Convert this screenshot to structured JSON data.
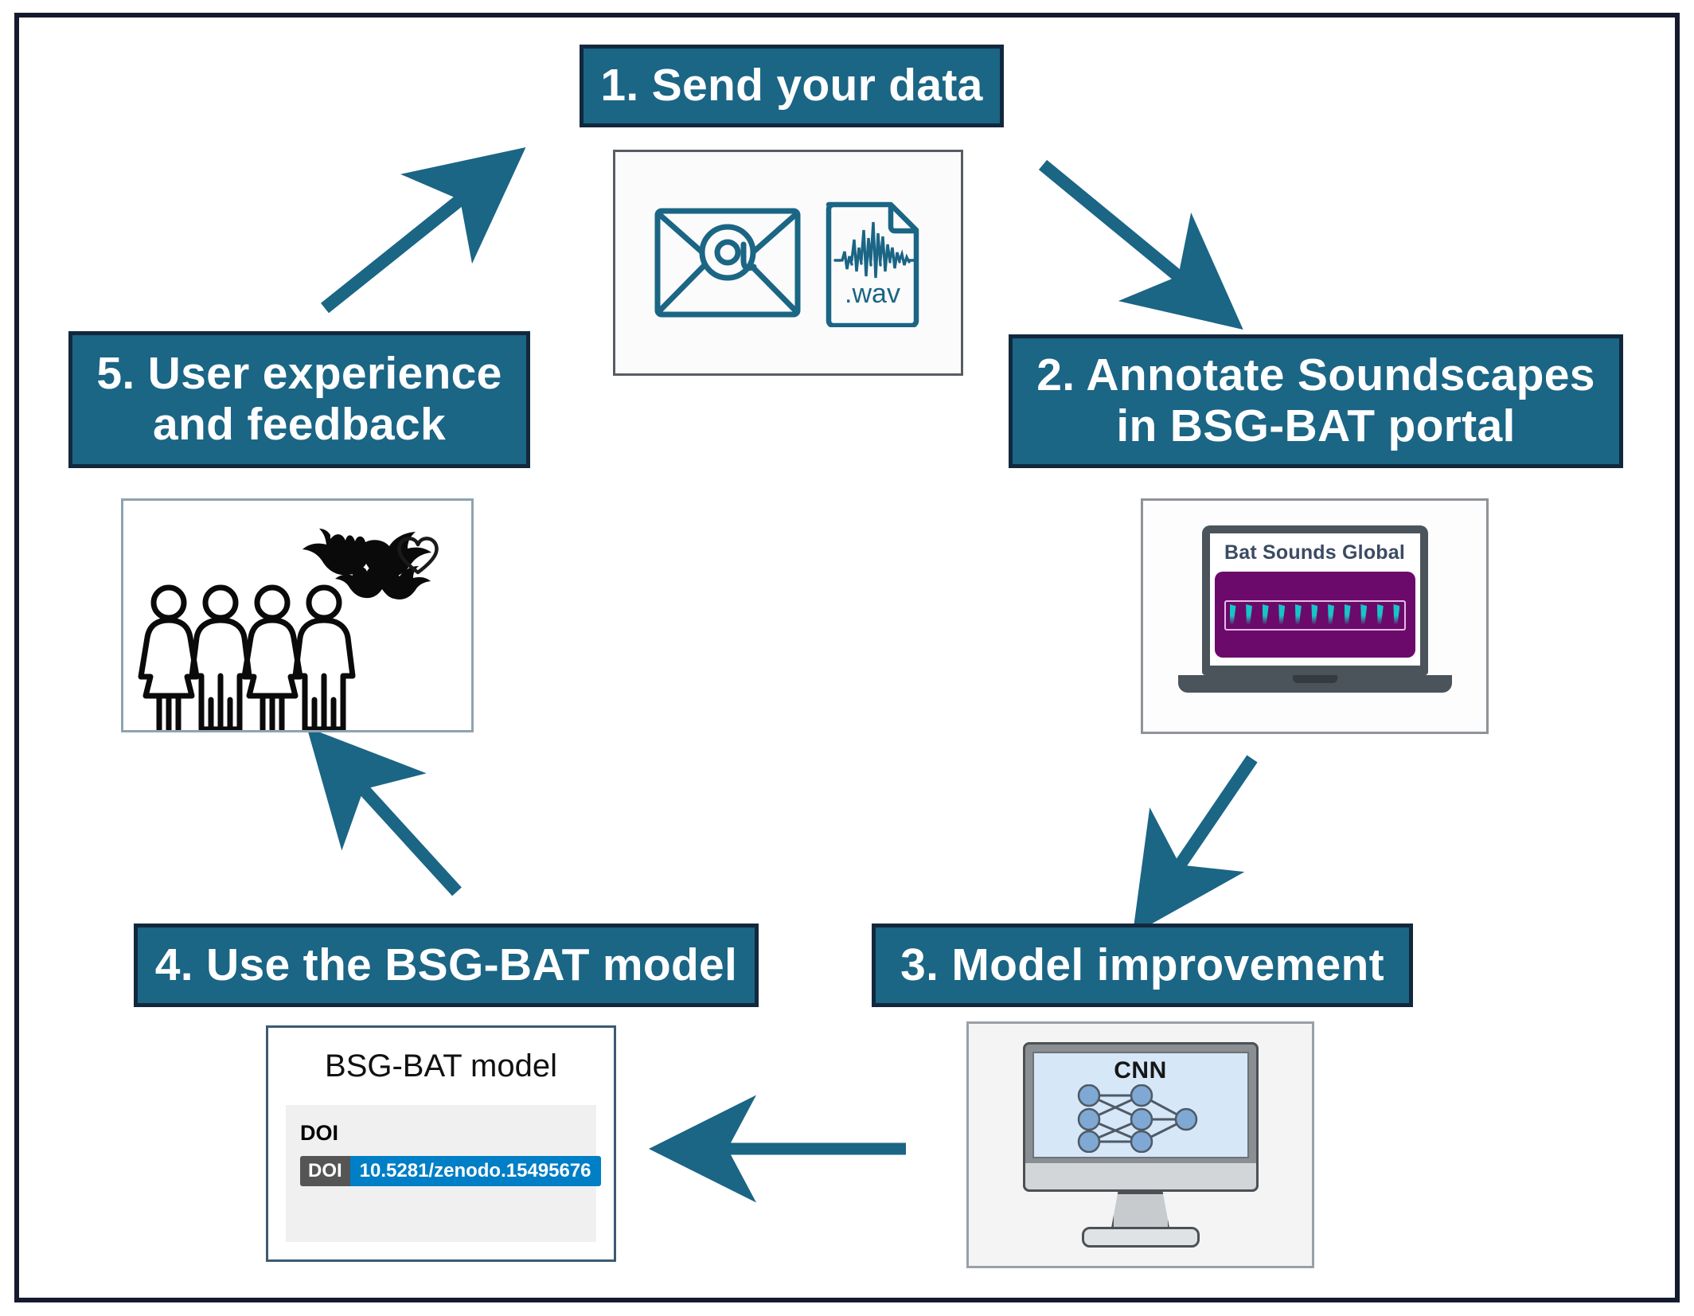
{
  "figure": {
    "title": "BSG-BAT collaborative workflow cycle",
    "accent_color": "#1b6585",
    "banner_border_color": "#12283d",
    "frame_color": "#151a2e",
    "arrow_color": "#1b6585"
  },
  "steps": [
    {
      "id": "step-1",
      "number": "1",
      "label": "1. Send your data",
      "illustration": "email-and-wav-file",
      "file_label": ".wav",
      "email_symbol": "@"
    },
    {
      "id": "step-2",
      "number": "2",
      "label": "2. Annotate Soundscapes in BSG-BAT portal",
      "label_line1": "2. Annotate Soundscapes",
      "label_line2": "in BSG-BAT portal",
      "illustration": "laptop-portal",
      "portal_title": "Bat Sounds Global",
      "spectrogram": {
        "background_color": "#6b0a6b",
        "selection_border_color": "#e7b9e7",
        "call_color": "#18c4c4",
        "call_count": 11
      }
    },
    {
      "id": "step-3",
      "number": "3",
      "label": "3. Model improvement",
      "illustration": "desktop-monitor-neural-network",
      "screen_label": "CNN",
      "network": {
        "layers": [
          3,
          3,
          1
        ],
        "node_color": "#7fa9d4",
        "screen_color": "#d6e7f7"
      }
    },
    {
      "id": "step-4",
      "number": "4",
      "label": "4. Use the BSG-BAT model",
      "illustration": "doi-record-card",
      "card": {
        "title": "BSG-BAT model",
        "doi_heading": "DOI",
        "badge_label": "DOI",
        "badge_value": "10.5281/zenodo.15495676",
        "badge_label_color": "#555555",
        "badge_value_color": "#007ec6"
      }
    },
    {
      "id": "step-5",
      "number": "5",
      "label": "5. User experience and feedback",
      "label_line1": "5. User experience",
      "label_line2": "and feedback",
      "illustration": "people-bats-heart",
      "people_count": 4,
      "bat_count": 2,
      "heart_count": 1
    }
  ],
  "arrows": [
    {
      "id": "arrow-1-2",
      "from": "step-1",
      "to": "step-2",
      "direction": "down-right"
    },
    {
      "id": "arrow-2-3",
      "from": "step-2",
      "to": "step-3",
      "direction": "down-left"
    },
    {
      "id": "arrow-3-4",
      "from": "step-3",
      "to": "step-4",
      "direction": "left"
    },
    {
      "id": "arrow-4-5",
      "from": "step-4",
      "to": "step-5",
      "direction": "up-left"
    },
    {
      "id": "arrow-5-1",
      "from": "step-5",
      "to": "step-1",
      "direction": "up-right"
    }
  ]
}
